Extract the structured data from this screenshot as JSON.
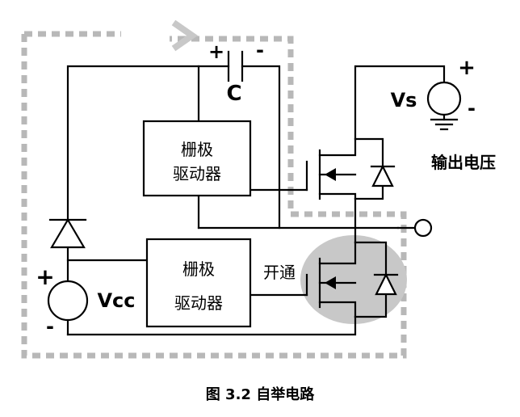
{
  "caption": "图 3.2  自举电路",
  "labels": {
    "cap_plus": "+",
    "cap_minus": "-",
    "cap_name": "C",
    "vs_name": "Vs",
    "vs_plus": "+",
    "vs_minus": "-",
    "output_voltage": "输出电压",
    "gate_driver_top_line1": "栅极",
    "gate_driver_top_line2": "驱动器",
    "gate_driver_bottom_line1": "栅极",
    "gate_driver_bottom_line2": "驱动器",
    "turn_on": "开通",
    "vcc_plus": "+",
    "vcc_name": "Vcc",
    "vcc_minus": "-"
  },
  "colors": {
    "wire": "#000000",
    "path_dash": "#b8b8b8",
    "highlight": "#c8c8c8"
  }
}
